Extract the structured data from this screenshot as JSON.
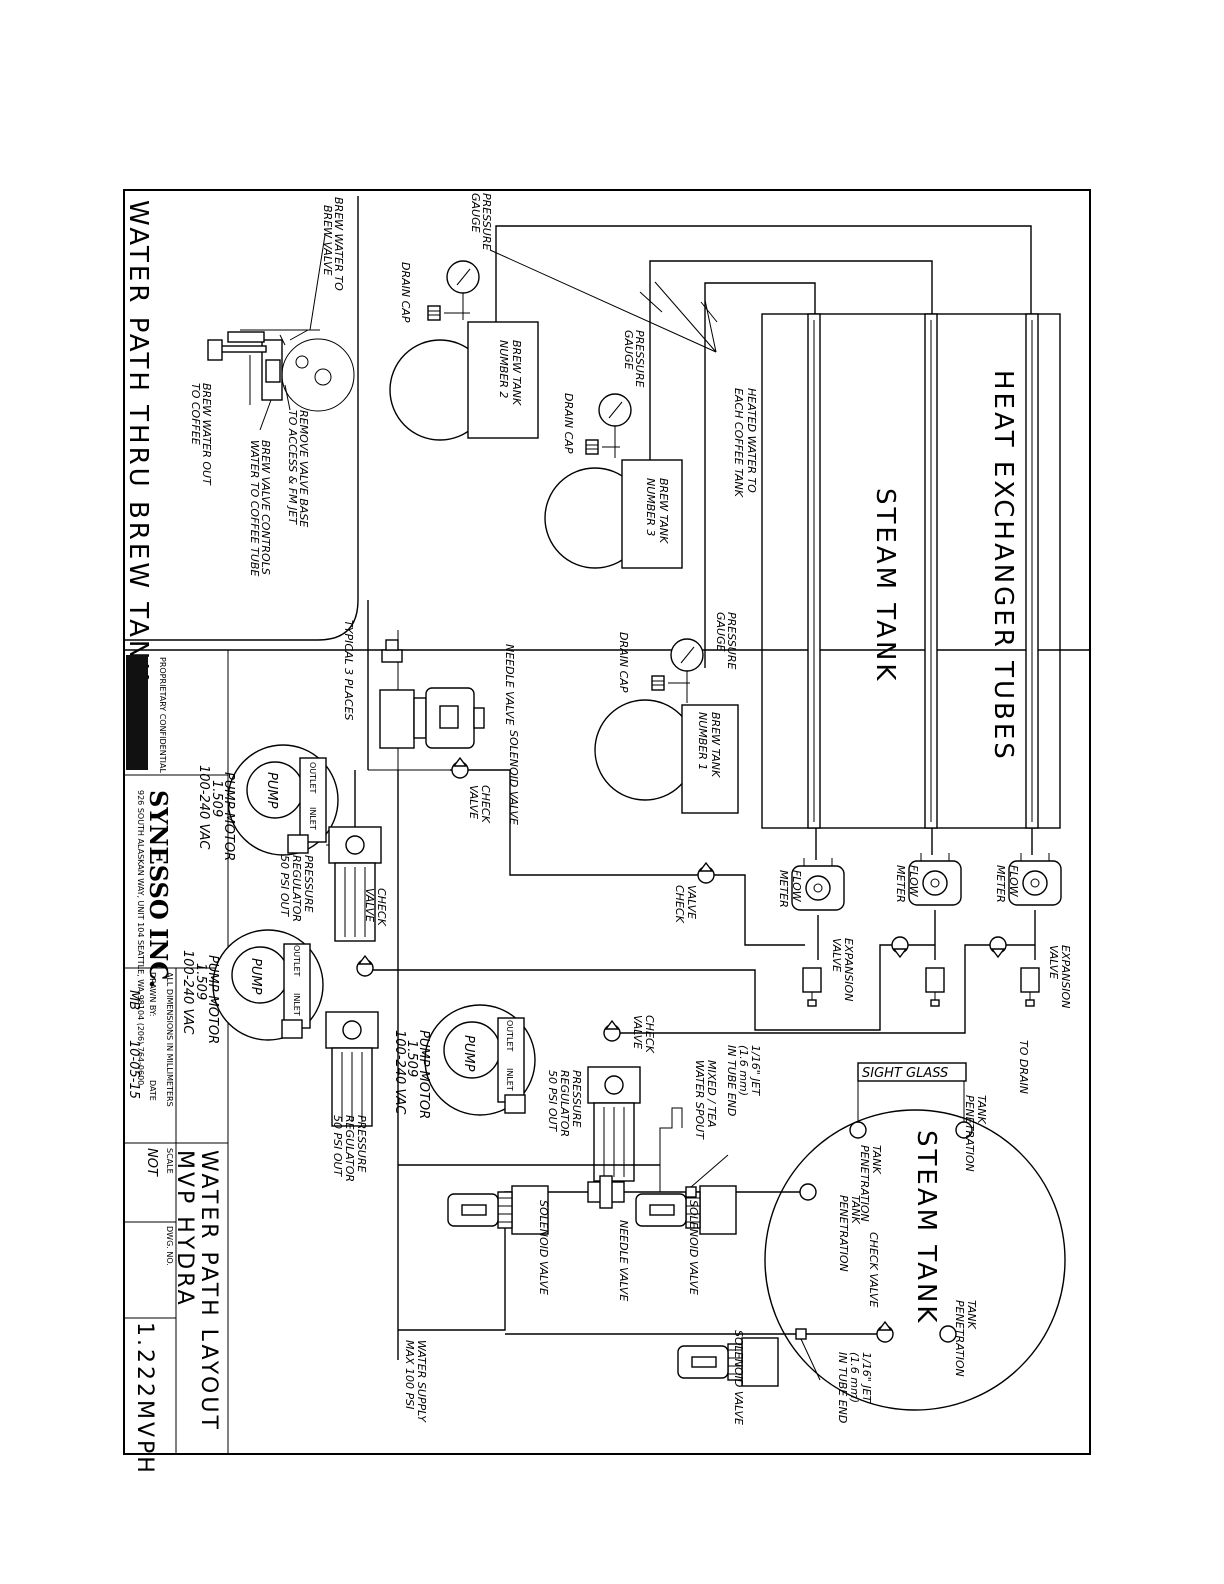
{
  "title_block": {
    "drawing_title_1": "WATER PATH LAYOUT",
    "drawing_title_2": "MVP HYDRA",
    "company": "SYNESSO INC.",
    "company_address": "926 SOUTH ALASKAN WAY, UNIT 104 SEATTLE, WA 98104 (206) 764-0600",
    "proprietary_notice": "PROPRIETARY CONFIDENTIAL",
    "dimensions_note": "ALL DIMENSIONS IN MILLIMETERS",
    "drawn_by_label": "DRAWN BY:",
    "drawn_by": "MB",
    "date_label": "DATE",
    "date": "10-05-15",
    "scale_label": "SCALE",
    "scale": "NOT",
    "dwg_no_label": "DWG. NO.",
    "dwg_no": "1.222MVPH"
  },
  "inset": {
    "title": "WATER PATH THRU BREW TANK",
    "labels": {
      "brew_water_to_valve_1": "BREW WATER TO",
      "brew_water_to_valve_2": "BREW VALVE",
      "remove_valve_1": "REMOVE VALVE BASE",
      "remove_valve_2": "TO ACCESS & FM JET",
      "brew_out_1": "BREW WATER OUT",
      "brew_out_2": "TO COFFEE",
      "controls_1": "BREW VALVE CONTROLS",
      "controls_2": "WATER TO COFFEE TUBE"
    }
  },
  "labels": {
    "heat_exchanger_tubes": "HEAT EXCHANGER TUBES",
    "steam_tank_main": "STEAM TANK",
    "steam_tank_circle": "STEAM TANK",
    "pressure_gauge": "PRESSURE GAUGE",
    "pressure_gauge_1": "PRESSURE",
    "pressure_gauge_2": "GAUGE",
    "drain_cap": "DRAIN CAP",
    "brew_tank_1a": "BREW TANK",
    "brew_tank_1b": "NUMBER 1",
    "brew_tank_2a": "BREW TANK",
    "brew_tank_2b": "NUMBER 2",
    "brew_tank_3a": "BREW TANK",
    "brew_tank_3b": "NUMBER 3",
    "heated_water_1": "HEATED WATER TO",
    "heated_water_2": "EACH COFFEE TANK",
    "needle_valve": "NEEDLE VALVE",
    "solenoid_valve": "SOLENOID VALVE",
    "typical_3": "TYPICAL 3 PLACES",
    "check_valve_1": "CHECK",
    "check_valve_2": "VALVE",
    "valve_check_1": "VALVE",
    "valve_check_2": "CHECK",
    "flow_meter_1": "FLOW",
    "flow_meter_2": "METER",
    "expansion_1": "EXPANSION",
    "expansion_2": "VALVE",
    "to_drain": "TO DRAIN",
    "pump": "PUMP",
    "pump_motor": "PUMP MOTOR",
    "pump_motor_val": "1.509",
    "vac": "100-240 VAC",
    "outlet": "OUTLET",
    "inlet": "INLET",
    "press_reg_1": "PRESSURE",
    "press_reg_2": "REGULATOR",
    "press_reg_3": "50 PSI OUT",
    "sight_glass": "SIGHT GLASS",
    "tank_pen_1": "TANK",
    "tank_pen_2": "PENETRATION",
    "check_valve_full": "CHECK VALVE",
    "jet_1": "1/16\" JET",
    "jet_2": "(1.6 mm)",
    "jet_3": "IN TUBE END",
    "mixed_1": "MIXED / TEA",
    "mixed_2": "WATER SPOUT",
    "water_supply_1": "WATER SUPPLY",
    "water_supply_2": "MAX 100 PSI"
  }
}
